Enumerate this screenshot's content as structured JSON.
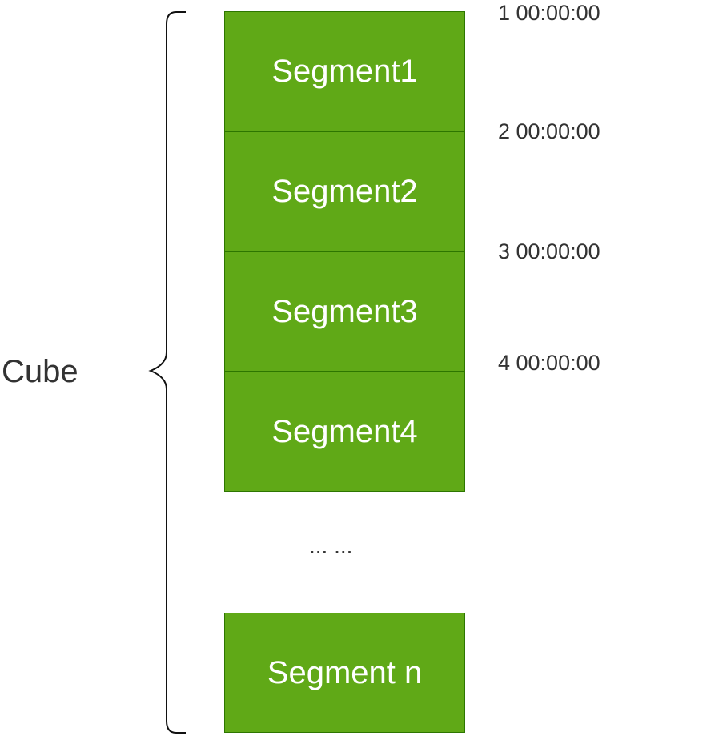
{
  "cube_label": "Cube",
  "segments": [
    {
      "label": "Segment1"
    },
    {
      "label": "Segment2"
    },
    {
      "label": "Segment3"
    },
    {
      "label": "Segment4"
    },
    {
      "label": "Segment n"
    }
  ],
  "timestamps": [
    "1 00:00:00",
    "2 00:00:00",
    "3 00:00:00",
    "4 00:00:00"
  ],
  "ellipsis": "... ...",
  "colors": {
    "segment_fill": "#60a917",
    "segment_border": "#2d7600",
    "segment_text": "#ffffff",
    "label_text": "#333333"
  }
}
